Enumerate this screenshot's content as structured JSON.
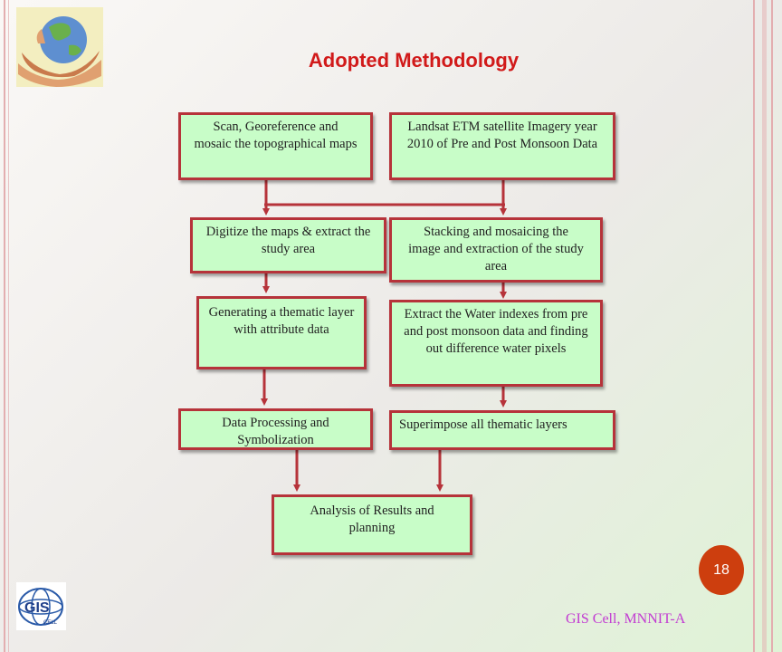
{
  "title": "Adopted Methodology",
  "boxes": {
    "scan": "Scan, Georeference and mosaic the topographical maps",
    "landsat": "Landsat ETM satellite Imagery year 2010 of Pre and Post Monsoon Data",
    "digitize": "Digitize the maps & extract the study area",
    "stacking": "Stacking and mosaicing the image and extraction of the study area",
    "thematic": "Generating a thematic layer with attribute data",
    "water": "Extract the Water indexes from pre and post monsoon data and finding out difference water pixels",
    "processing": "Data Processing and Symbolization",
    "superimpose": "Superimpose all thematic layers",
    "analysis": "Analysis of Results and planning"
  },
  "page_number": "18",
  "footer_text": "GIS Cell, MNNIT-A",
  "colors": {
    "box_fill": "#c8fdc8",
    "box_border": "#b6333a",
    "arrow": "#b6333a",
    "title": "#d11a1a",
    "footer": "#c23bd2",
    "page_badge": "#cd3e0e"
  },
  "icons": [
    "globe-in-hands-logo",
    "gis-cell-logo"
  ]
}
